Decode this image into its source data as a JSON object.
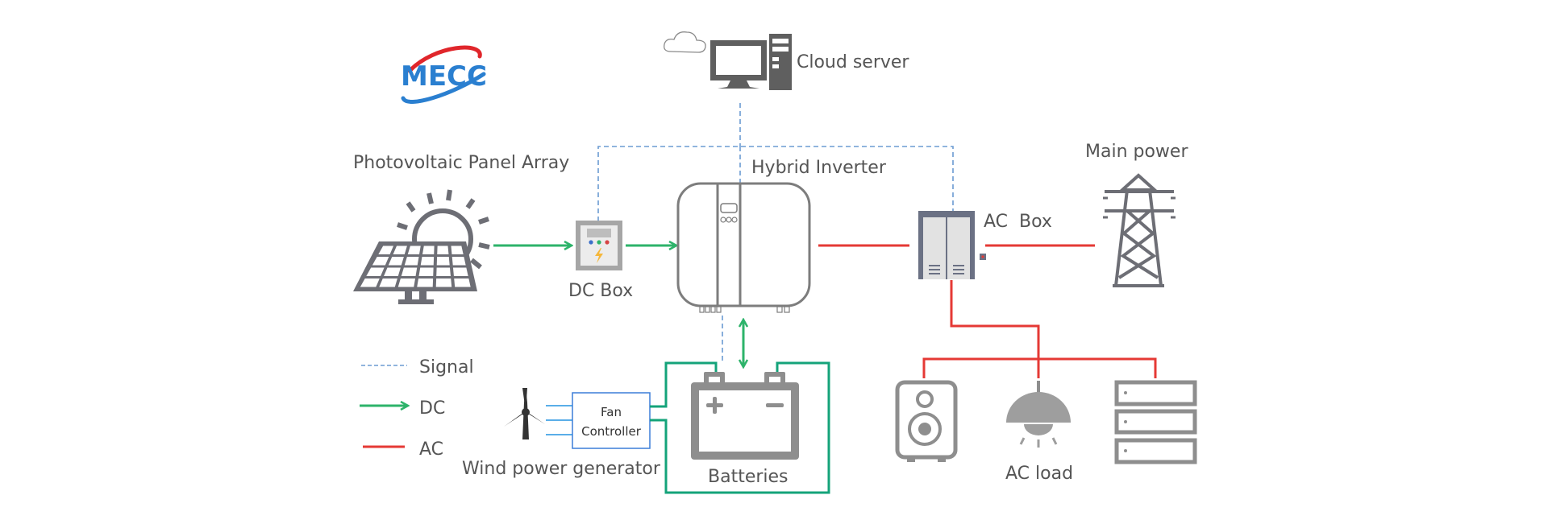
{
  "logo": {
    "text": "MECC",
    "color_primary": "#2a7fd0",
    "color_accent": "#e0262b"
  },
  "nodes": {
    "cloud_server": "Cloud server",
    "pv_array": "Photovoltaic Panel Array",
    "dc_box": "DC Box",
    "hybrid_inverter": "Hybrid Inverter",
    "ac_box": "AC  Box",
    "main_power": "Main power",
    "fan_controller_line1": "Fan",
    "fan_controller_line2": "Controller",
    "wind_generator": "Wind power generator",
    "batteries": "Batteries",
    "ac_load": "AC load"
  },
  "legend": [
    {
      "label": "Signal",
      "style": "dashed",
      "color": "#6b9bd2"
    },
    {
      "label": "DC",
      "style": "arrow",
      "color": "#2db36a"
    },
    {
      "label": "AC",
      "style": "solid",
      "color": "#e53935"
    }
  ],
  "colors": {
    "signal": "#6b9bd2",
    "dc": "#2db36a",
    "dc_battery": "#14a37a",
    "ac": "#e53935",
    "icon_dark": "#6d6e75",
    "icon_gray": "#8e8e8e",
    "wind_lines": "#5aaee8",
    "controller_border": "#3b7dd8"
  }
}
